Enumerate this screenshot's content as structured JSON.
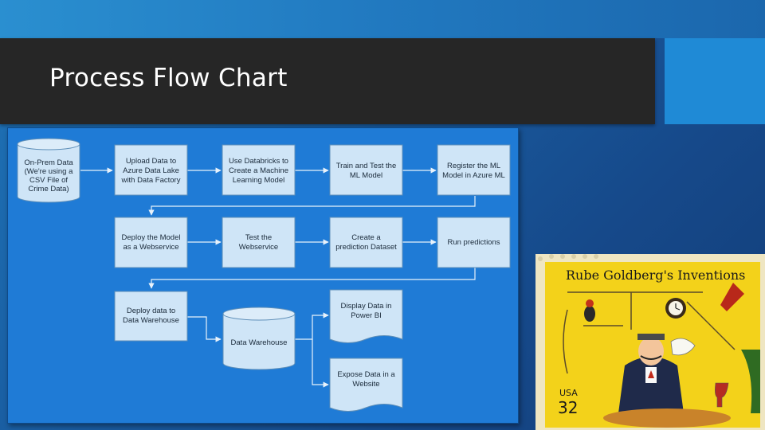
{
  "slide": {
    "title": "Process Flow Chart"
  },
  "flowchart": {
    "nodes": {
      "onprem": [
        "On-Prem Data",
        "(We're using a",
        "CSV File of",
        "Crime Data)"
      ],
      "upload": [
        "Upload Data to",
        "Azure Data Lake",
        "with Data Factory"
      ],
      "databricks": [
        "Use Databricks to",
        "Create a Machine",
        "Learning Model"
      ],
      "train": [
        "Train and Test the",
        "ML Model"
      ],
      "register": [
        "Register the ML",
        "Model in Azure ML"
      ],
      "deploy_model": [
        "Deploy the Model",
        "as a Webservice"
      ],
      "test_ws": [
        "Test the",
        "Webservice"
      ],
      "create_ds": [
        "Create a",
        "prediction Dataset"
      ],
      "run_pred": [
        "Run predictions"
      ],
      "deploy_dw": [
        "Deploy data to",
        "Data Warehouse"
      ],
      "data_wh": [
        "Data Warehouse"
      ],
      "powerbi": [
        "Display Data in",
        "Power BI"
      ],
      "website": [
        "Expose Data in a",
        "Website"
      ]
    },
    "colors": {
      "panel": "#1f7bd6",
      "box": "#cfe5f7",
      "connector": "#e8f2fb"
    }
  },
  "stamp": {
    "title": "Rube Goldberg's Inventions",
    "country": "USA",
    "value": "32",
    "icons": [
      "cartoon-man-icon",
      "clock-icon",
      "napkin-machine-icon",
      "bird-icon"
    ]
  }
}
